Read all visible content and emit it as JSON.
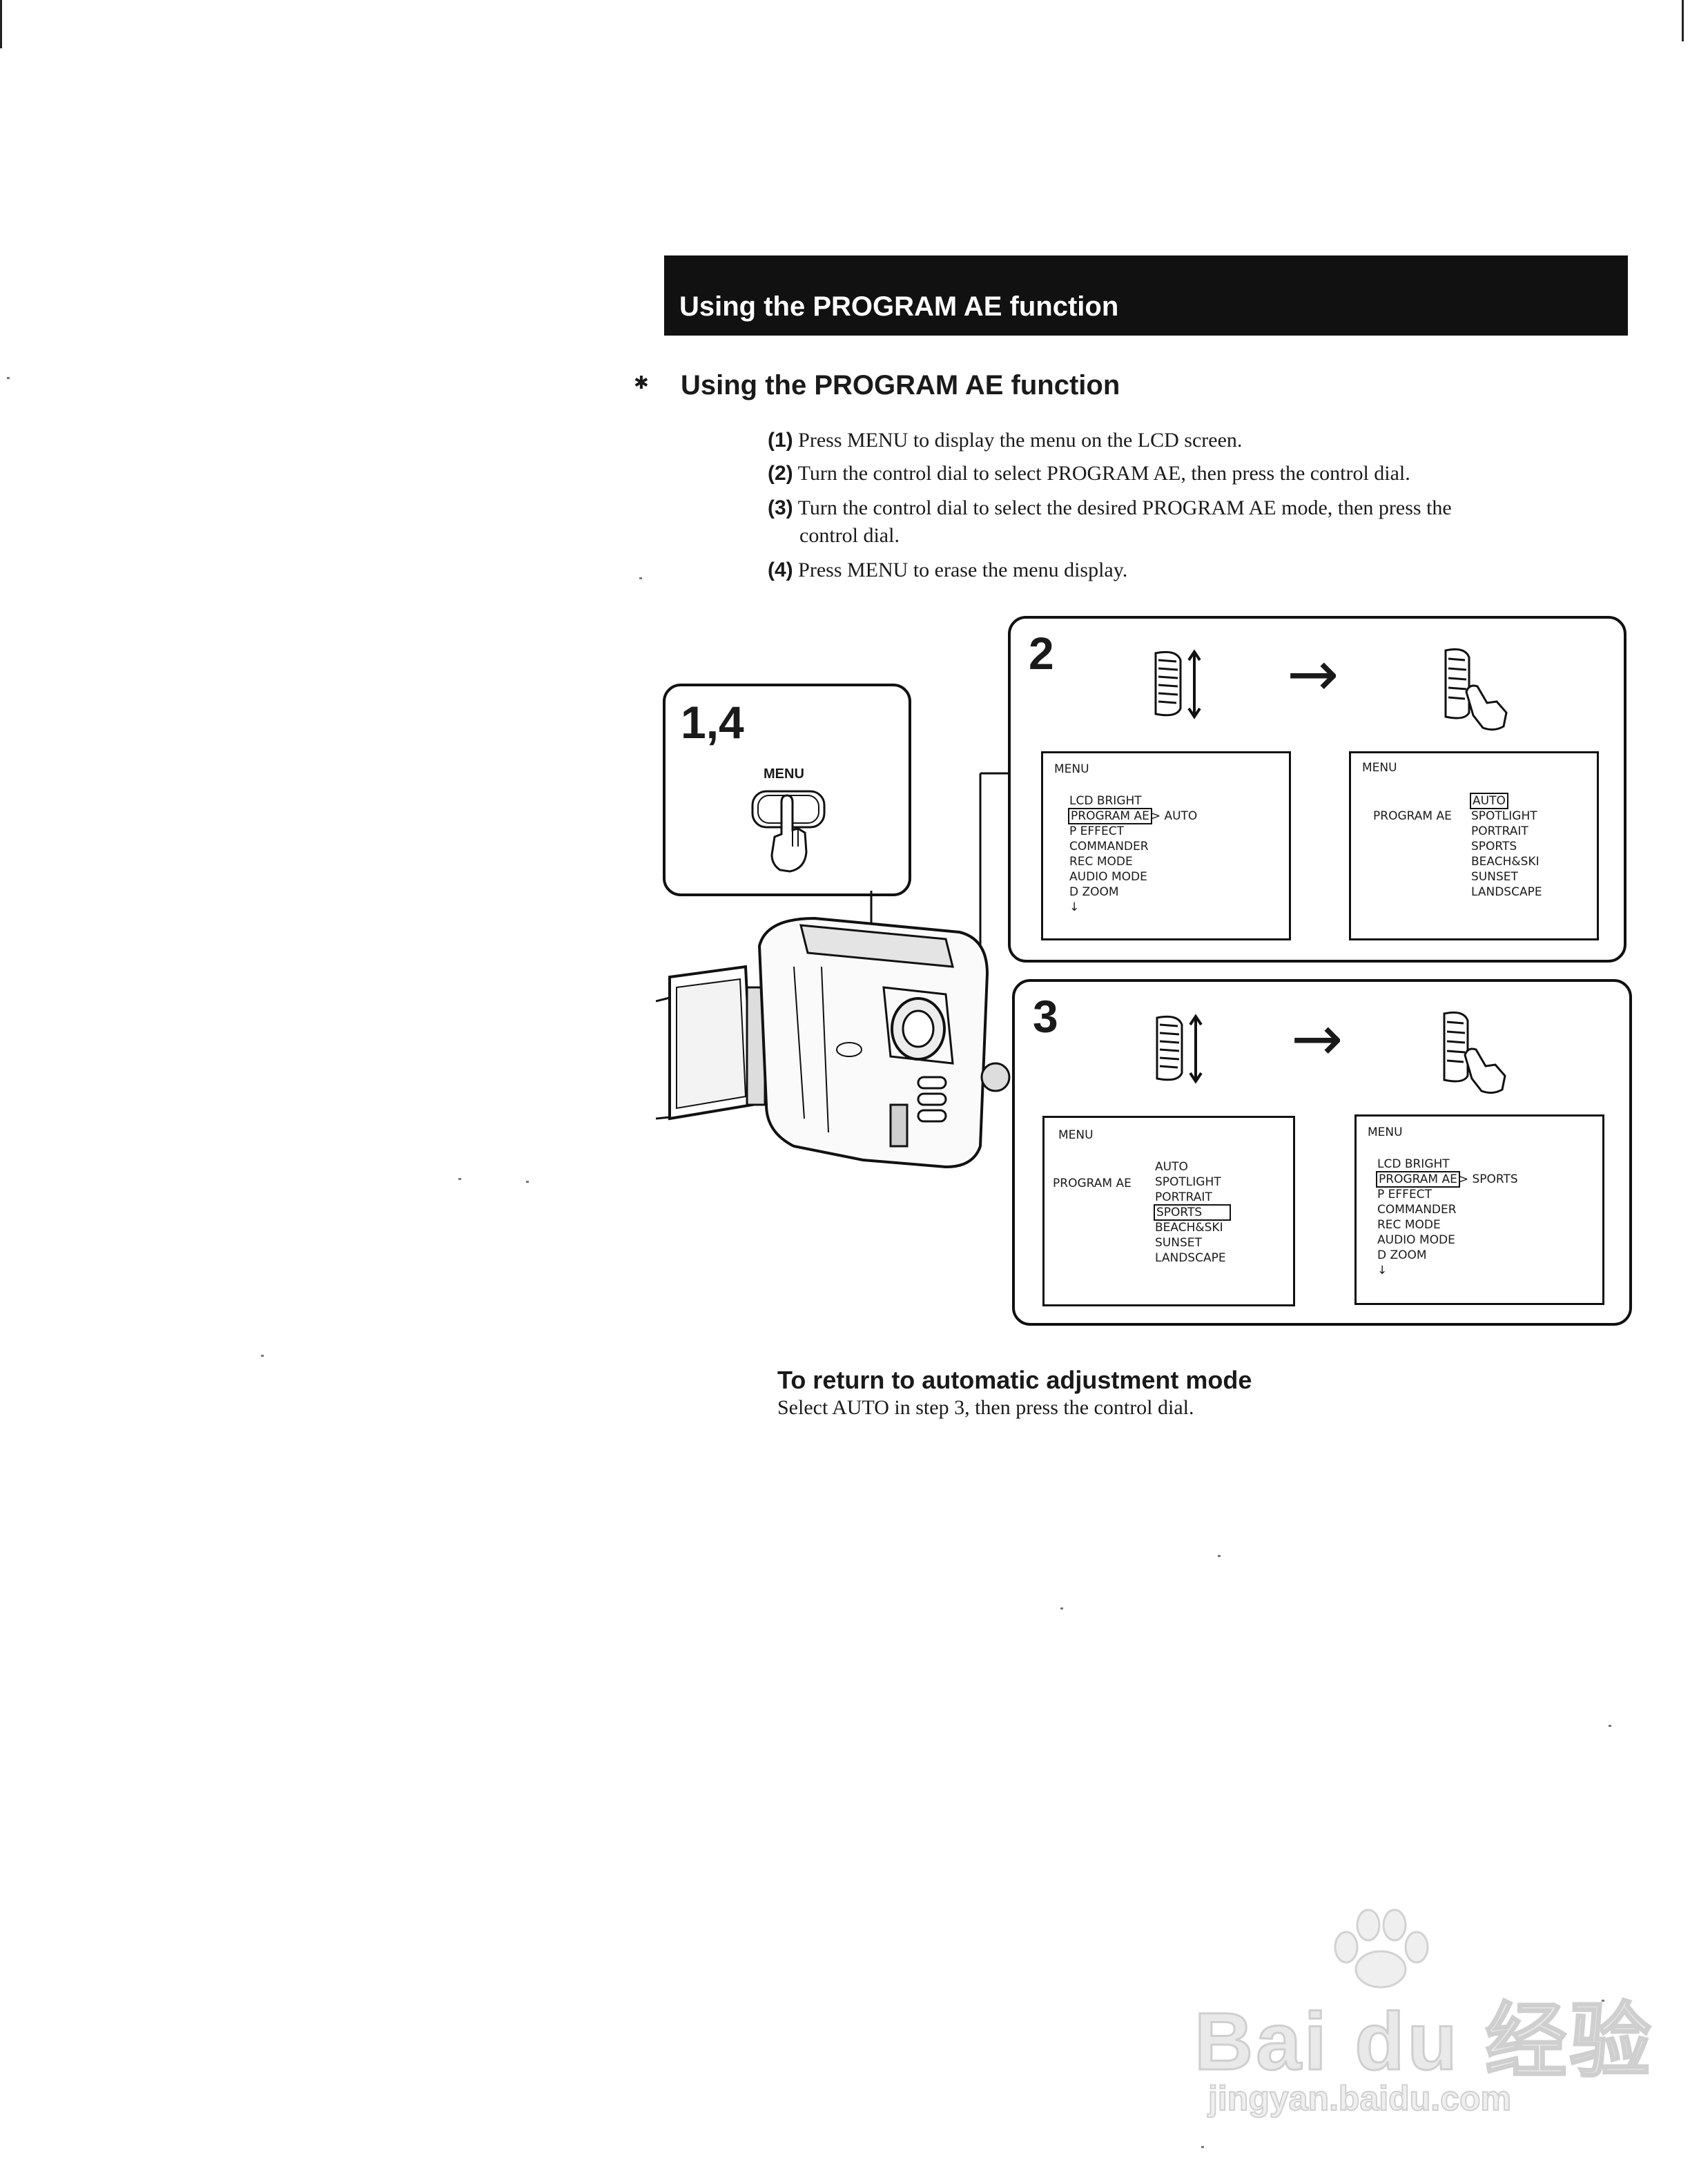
{
  "header": {
    "title": "Using the PROGRAM AE function"
  },
  "section": {
    "title": "Using the PROGRAM AE function"
  },
  "steps": [
    {
      "num": "(1)",
      "text": "Press MENU to display the menu on the LCD screen."
    },
    {
      "num": "(2)",
      "text": "Turn the control dial to select PROGRAM AE, then press the control dial."
    },
    {
      "num": "(3)",
      "text": "Turn the control dial to select the desired PROGRAM AE mode, then press the",
      "cont": "control dial."
    },
    {
      "num": "(4)",
      "text": "Press MENU to erase the menu display."
    }
  ],
  "box14": {
    "label": "1,4",
    "button_label": "MENU"
  },
  "box2": {
    "label": "2",
    "screen_a": {
      "title": "MENU",
      "items": [
        "LCD BRIGHT",
        "PROGRAM AE",
        "P EFFECT",
        "COMMANDER",
        "REC MODE",
        "AUDIO MODE",
        "D ZOOM",
        "↓"
      ],
      "selected_value": "AUTO"
    },
    "screen_b": {
      "title": "MENU",
      "label": "PROGRAM AE",
      "options": [
        "AUTO",
        "SPOTLIGHT",
        "PORTRAIT",
        "SPORTS",
        "BEACH&SKI",
        "SUNSET",
        "LANDSCAPE"
      ]
    }
  },
  "box3": {
    "label": "3",
    "screen_a": {
      "title": "MENU",
      "label": "PROGRAM AE",
      "options": [
        "AUTO",
        "SPOTLIGHT",
        "PORTRAIT",
        "SPORTS",
        "BEACH&SKI",
        "SUNSET",
        "LANDSCAPE"
      ]
    },
    "screen_b": {
      "title": "MENU",
      "items": [
        "LCD BRIGHT",
        "PROGRAM AE",
        "P EFFECT",
        "COMMANDER",
        "REC MODE",
        "AUDIO MODE",
        "D ZOOM",
        "↓"
      ],
      "selected_value": "SPORTS"
    }
  },
  "return": {
    "title": "To return to automatic adjustment mode",
    "text": "Select AUTO in step 3, then press the control dial."
  },
  "watermark": {
    "logo": "Bai du 经验",
    "url": "jingyan.baidu.com"
  }
}
